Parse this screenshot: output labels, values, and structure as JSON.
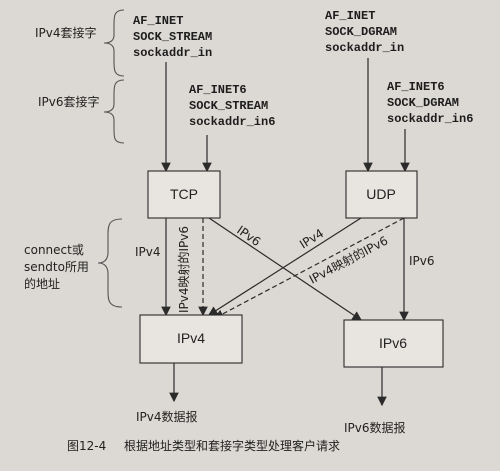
{
  "left_labels": {
    "ipv4_socket": "IPv4套接字",
    "ipv6_socket": "IPv6套接字",
    "connect_sendto_line1": "connect或",
    "connect_sendto_line2": "sendto所用",
    "connect_sendto_line3": "的地址"
  },
  "tcp_ipv4": {
    "family": "AF_INET",
    "type": "SOCK_STREAM",
    "addr": "sockaddr_in"
  },
  "tcp_ipv6": {
    "family": "AF_INET6",
    "type": "SOCK_STREAM",
    "addr": "sockaddr_in6"
  },
  "udp_ipv4": {
    "family": "AF_INET",
    "type": "SOCK_DGRAM",
    "addr": "sockaddr_in"
  },
  "udp_ipv6": {
    "family": "AF_INET6",
    "type": "SOCK_DGRAM",
    "addr": "sockaddr_in6"
  },
  "boxes": {
    "tcp": "TCP",
    "udp": "UDP",
    "ipv4": "IPv4",
    "ipv6": "IPv6"
  },
  "paths": {
    "tcp_ipv4": "IPv4",
    "tcp_ipv6": "IPv6",
    "tcp_mapped": "IPv4映射的IPv6",
    "udp_ipv4": "IPv4",
    "udp_mapped": "IPv4映射的IPv6",
    "udp_ipv6": "IPv6"
  },
  "outputs": {
    "ipv4": "IPv4数据报",
    "ipv6": "IPv6数据报"
  },
  "caption": {
    "number": "图12-4",
    "text": "根据地址类型和套接字类型处理客户请求"
  }
}
